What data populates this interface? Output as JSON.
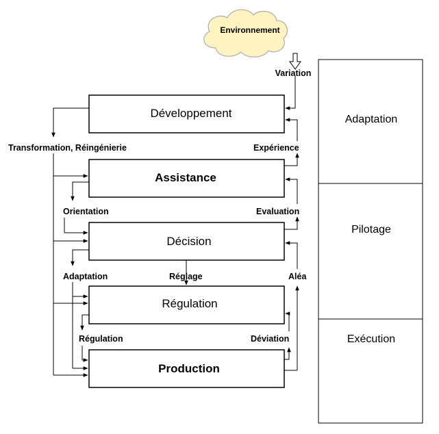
{
  "environment": {
    "label": "Environnement"
  },
  "inputs": {
    "variation": "Variation"
  },
  "boxes": [
    {
      "label": "Développement"
    },
    {
      "label": "Assistance"
    },
    {
      "label": "Décision"
    },
    {
      "label": "Régulation"
    },
    {
      "label": "Production"
    }
  ],
  "left_labels": {
    "transformation": "Transformation, Réingénierie",
    "orientation": "Orientation",
    "adaptation": "Adaptation",
    "regulation": "Régulation"
  },
  "center_labels": {
    "reglage": "Réglage"
  },
  "right_labels": {
    "experience": "Expérience",
    "evaluation": "Evaluation",
    "alea": "Aléa",
    "deviation": "Déviation"
  },
  "levels": [
    {
      "label": "Adaptation"
    },
    {
      "label": "Pilotage"
    },
    {
      "label": "Exécution"
    }
  ],
  "colors": {
    "cloud_fill": "#fff3c0",
    "line": "#000000",
    "background": "#ffffff"
  }
}
